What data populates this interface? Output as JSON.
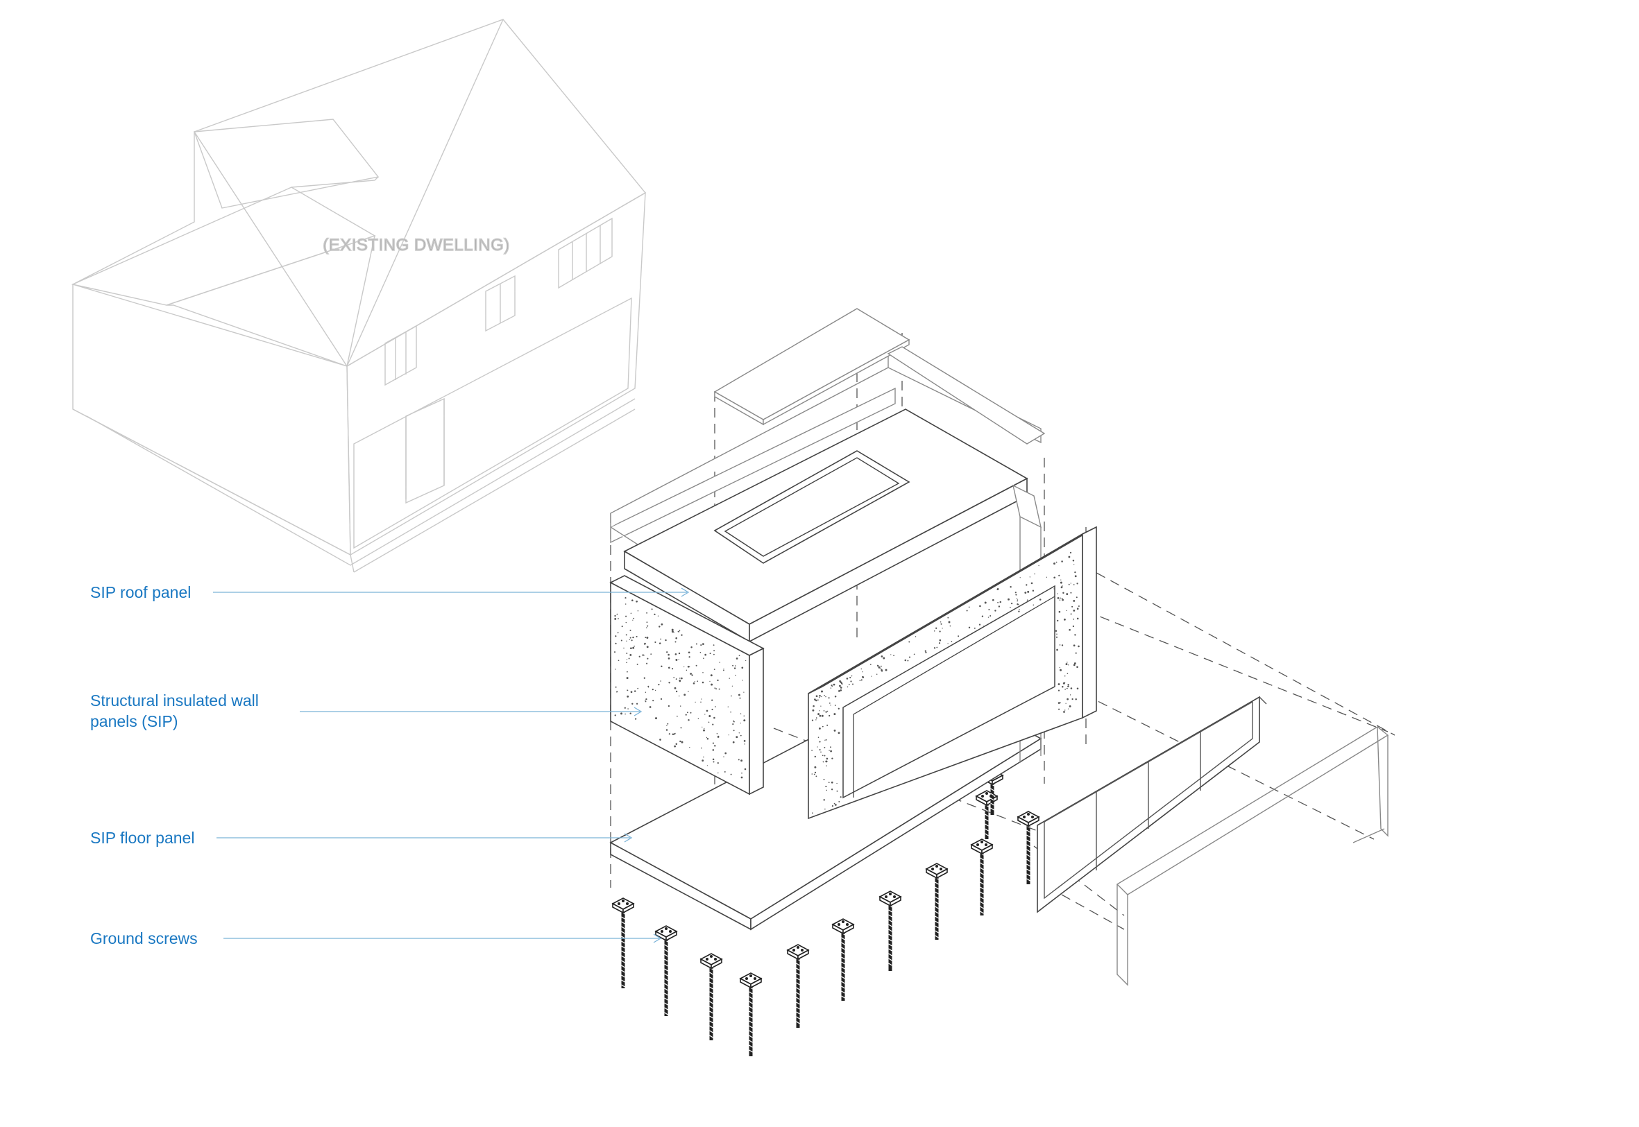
{
  "existing_caption": "(EXISTING DWELLING)",
  "callouts": [
    {
      "key": "roof",
      "lines": [
        "SIP roof panel"
      ]
    },
    {
      "key": "walls",
      "lines": [
        "Structural insulated wall",
        "panels (SIP)"
      ]
    },
    {
      "key": "floor",
      "lines": [
        "SIP floor panel"
      ]
    },
    {
      "key": "screws",
      "lines": [
        "Ground screws"
      ]
    }
  ],
  "colors": {
    "label": "#1a78c2",
    "leader": "#7ab3d8",
    "existing": "#c9c9c9",
    "linework": "#444444"
  }
}
